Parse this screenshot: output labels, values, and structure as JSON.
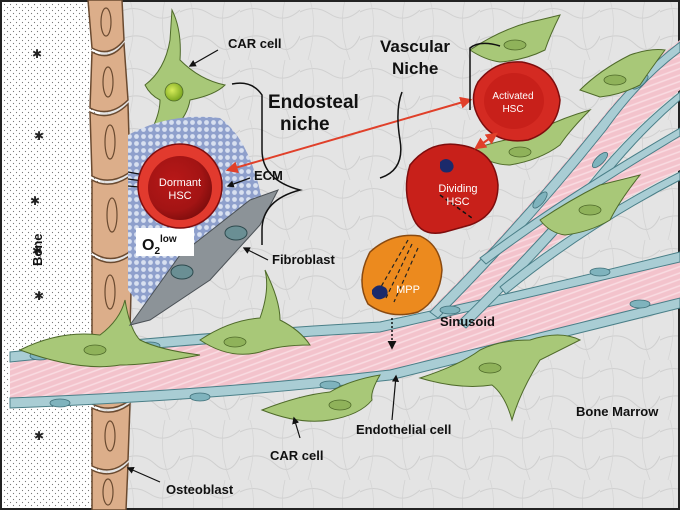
{
  "labels": {
    "car_cell_top": "CAR cell",
    "endosteal_niche_line1": "Endosteal",
    "endosteal_niche_line2": "niche",
    "vascular_niche_line1": "Vascular",
    "vascular_niche_line2": "Niche",
    "ecm": "ECM",
    "fibroblast": "Fibroblast",
    "bone": "Bone",
    "o2_base": "O",
    "o2_sub": "2",
    "o2_sup": "low",
    "sinusoid": "Sinusoid",
    "bone_marrow": "Bone Marrow",
    "endothelial_cell": "Endothelial cell",
    "car_cell_bottom": "CAR cell",
    "osteoblast": "Osteoblast"
  },
  "cells": {
    "dormant_hsc_line1": "Dormant",
    "dormant_hsc_line2": "HSC",
    "activated_hsc_line1": "Activated",
    "activated_hsc_line2": "HSC",
    "dividing_hsc_line1": "Dividing",
    "dividing_hsc_line2": "HSC",
    "mpp": "MPP"
  },
  "colors": {
    "marrow_bg": "#e3e3e3",
    "bone_bg": "#f4f4f4",
    "osteoblast": "#dcae8a",
    "car_cell": "#a8c878",
    "hsc_red": "#c8201a",
    "mpp_orange": "#ec8a1e",
    "sinusoid": "#f2b8c4",
    "endothelial": "#a9cdd4",
    "ecm": "#aab8d8",
    "fibroblast": "#8c9398",
    "arrow": "#e0402a"
  }
}
